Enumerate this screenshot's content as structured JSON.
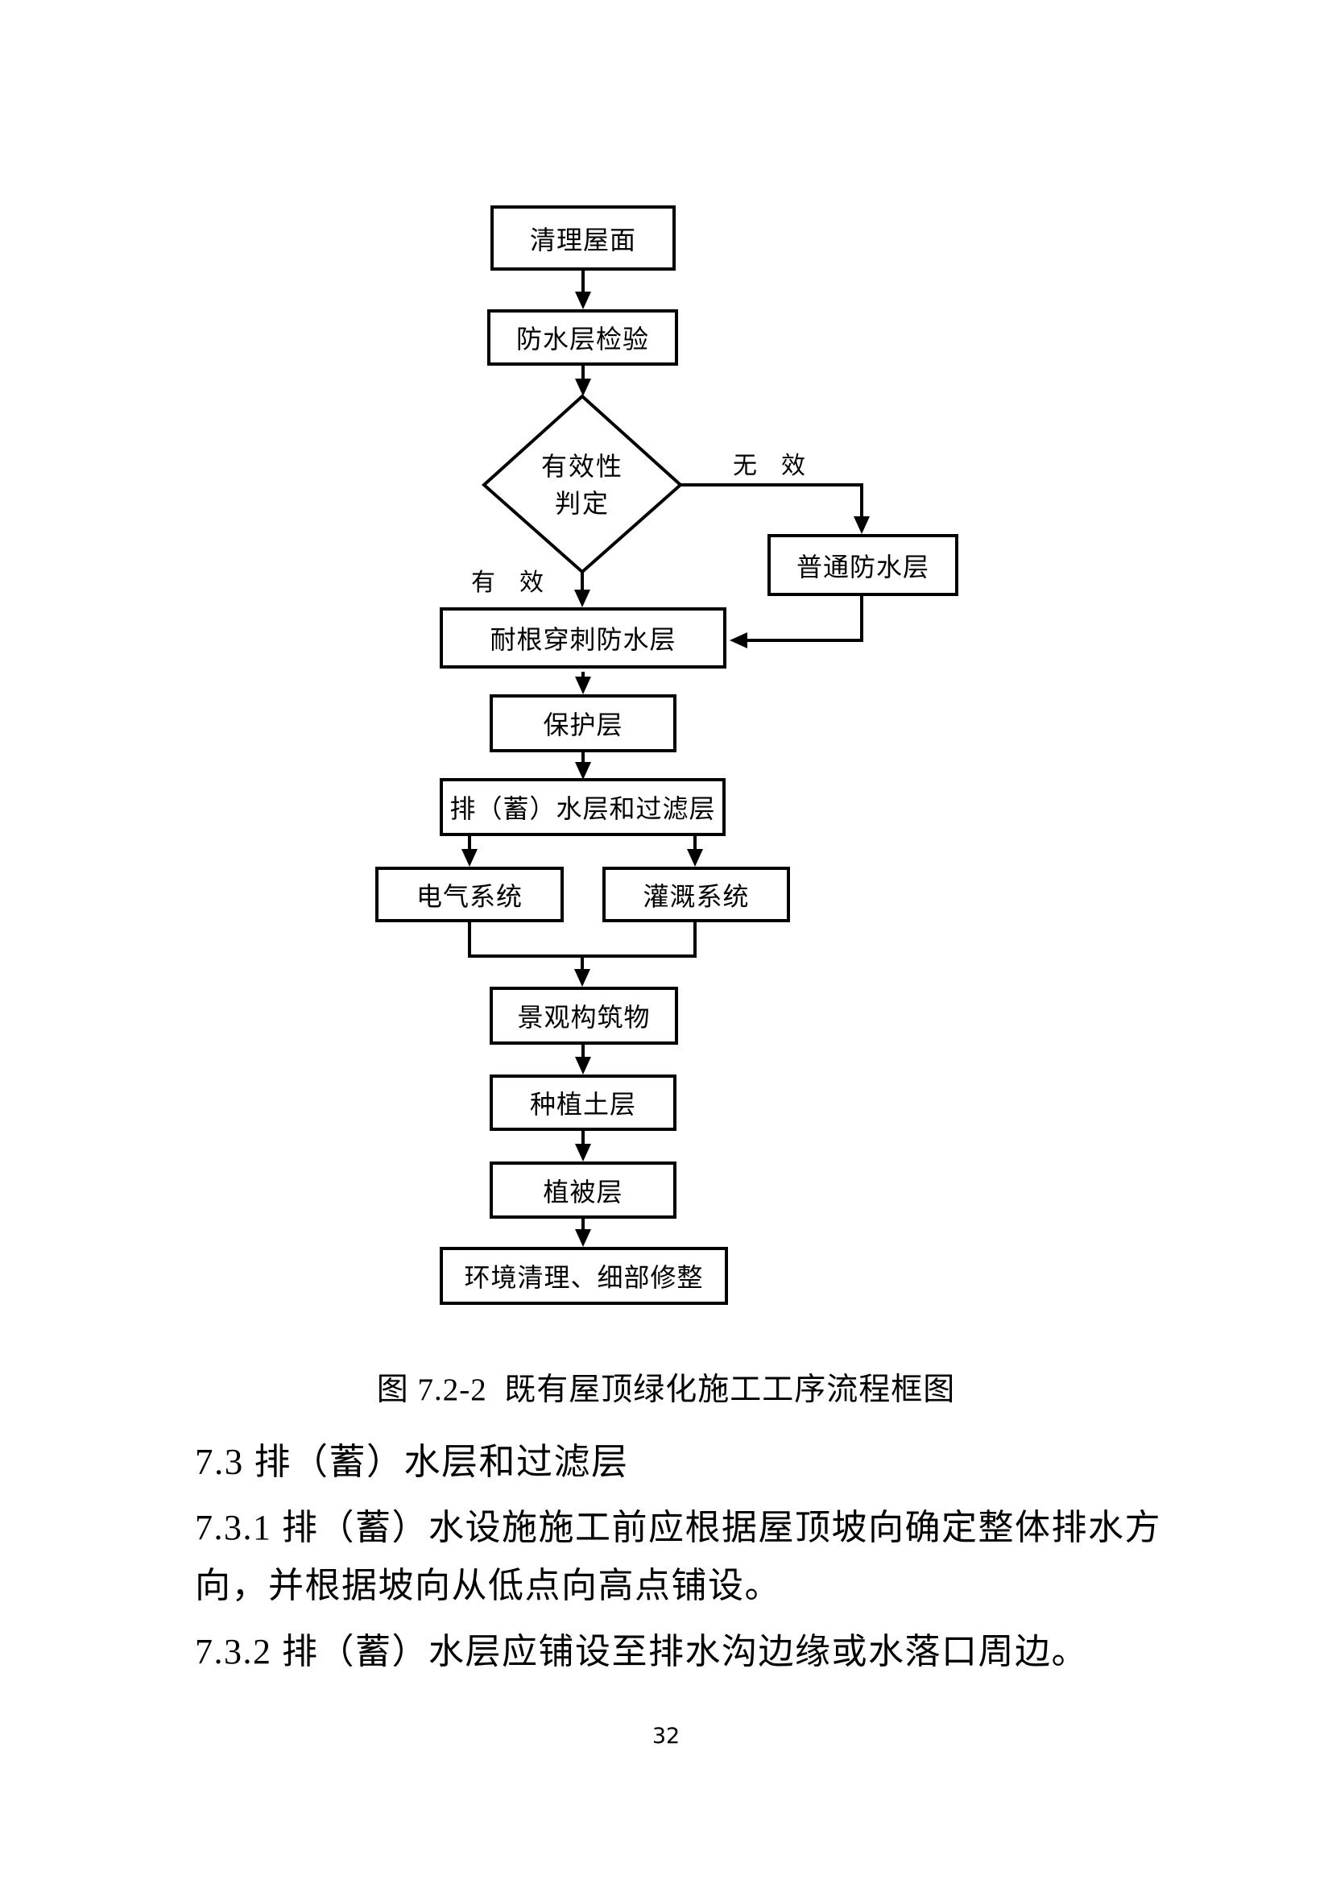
{
  "page": {
    "number": "32",
    "ink_color": "#000000",
    "background_color": "#ffffff"
  },
  "figure_caption": "图 7.2-2  既有屋顶绿化施工工序流程框图",
  "flowchart": {
    "nodes": {
      "clean_roof": "清理屋面",
      "waterproof_inspection": "防水层检验",
      "validity_check_line1": "有效性",
      "validity_check_line2": "判定",
      "ordinary_waterproof": "普通防水层",
      "root_puncture_waterproof": "耐根穿刺防水层",
      "protection_layer": "保护层",
      "drainage_filter": "排（蓄）水层和过滤层",
      "electrical_system": "电气系统",
      "irrigation_system": "灌溉系统",
      "landscape_structures": "景观构筑物",
      "planting_soil": "种植土层",
      "vegetation_layer": "植被层",
      "env_cleanup": "环境清理、细部修整"
    },
    "edge_labels": {
      "invalid": "无　效",
      "valid": "有　效"
    }
  },
  "sections": {
    "heading": "7.3 排（蓄）水层和过滤层",
    "clause_731_line1": "7.3.1 排（蓄）水设施施工前应根据屋顶坡向确定整体排水方",
    "clause_731_line2": "向，并根据坡向从低点向高点铺设。",
    "clause_732": "7.3.2 排（蓄）水层应铺设至排水沟边缘或水落口周边。"
  }
}
